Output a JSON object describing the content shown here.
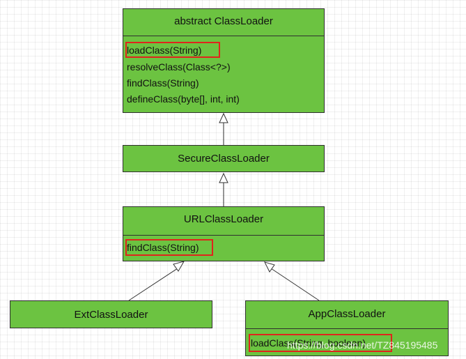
{
  "classes": {
    "classloader": {
      "name": "abstract ClassLoader",
      "methods": [
        "loadClass(String)",
        "resolveClass(Class<?>)",
        "findClass(String)",
        "defineClass(byte[], int, int)"
      ]
    },
    "secureclassloader": {
      "name": "SecureClassLoader"
    },
    "urlclassloader": {
      "name": "URLClassLoader",
      "methods": [
        "findClass(String)"
      ]
    },
    "extclassloader": {
      "name": "ExtClassLoader"
    },
    "appclassloader": {
      "name": "AppClassLoader",
      "methods": [
        "loadClass(String, boolean)"
      ]
    }
  },
  "relations": [
    {
      "from": "SecureClassLoader",
      "to": "abstract ClassLoader",
      "type": "inheritance"
    },
    {
      "from": "URLClassLoader",
      "to": "SecureClassLoader",
      "type": "inheritance"
    },
    {
      "from": "ExtClassLoader",
      "to": "URLClassLoader",
      "type": "inheritance"
    },
    {
      "from": "AppClassLoader",
      "to": "URLClassLoader",
      "type": "inheritance"
    }
  ],
  "highlighted_methods": [
    "loadClass(String)",
    "findClass(String)",
    "loadClass(String, boolean)"
  ],
  "watermark": "https://blog.csdn.net/TZ845195485",
  "colors": {
    "box_fill": "#6cc341",
    "border": "#2f2f2f",
    "highlight": "#e0241c",
    "edge": "#333333"
  }
}
